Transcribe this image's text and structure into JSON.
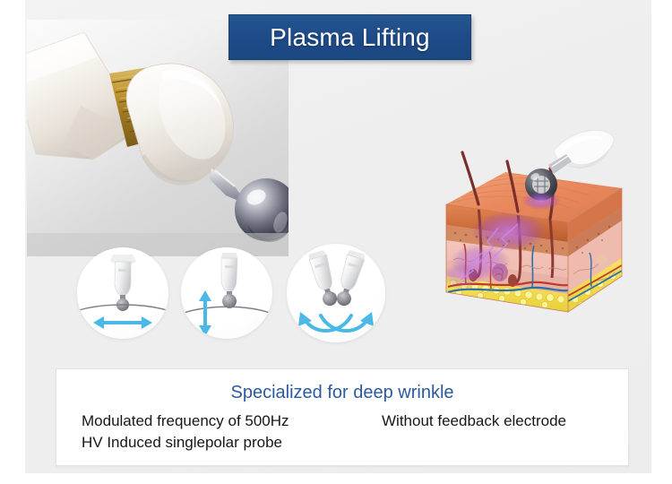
{
  "banner": {
    "title": "Plasma Lifting",
    "bg_color": "#1e4b88",
    "text_color": "#ffffff"
  },
  "device_photo": {
    "alt_name": "plasma-lifting-handpiece-photo",
    "parts": {
      "ceramic_body": "white ceramic probe body",
      "brass_collar": "brass threaded collar",
      "ball_electrode": "chrome ball electrode tip"
    },
    "colors": {
      "ceramic": "#f6f4f0",
      "brass": "#b08a2e",
      "chrome": "#8d8f98"
    }
  },
  "motion_icons": [
    {
      "name": "horizontal-sweep",
      "arrow": "double-headed-horizontal-arrow",
      "arrow_color": "#4bb8e8",
      "probe_count": 1
    },
    {
      "name": "vertical-tap",
      "arrow": "double-headed-vertical-arrow",
      "arrow_color": "#4bb8e8",
      "probe_count": 1
    },
    {
      "name": "crossing-swoop",
      "arrow": "crossing-curved-arrows",
      "arrow_color": "#4bb8e8",
      "probe_count": 2
    }
  ],
  "skin_diagram": {
    "name": "skin-cross-section-illustration",
    "layers": [
      {
        "label": "epidermis",
        "color": "#e8885c"
      },
      {
        "label": "dermis",
        "color": "#f0c3ba"
      },
      {
        "label": "subcutaneous-fat",
        "color": "#f2d64b"
      }
    ],
    "probe": {
      "name": "ball-electrode-probe",
      "tip_color": "#3a3a3f"
    },
    "plasma_glow_color": "#a855d8"
  },
  "info_panel": {
    "heading": "Specialized for deep wrinkle",
    "heading_color": "#2c5aa0",
    "left_lines": [
      "Modulated frequency of 500Hz",
      "HV Induced singlepolar probe"
    ],
    "right_lines": [
      "Without feedback electrode"
    ]
  }
}
